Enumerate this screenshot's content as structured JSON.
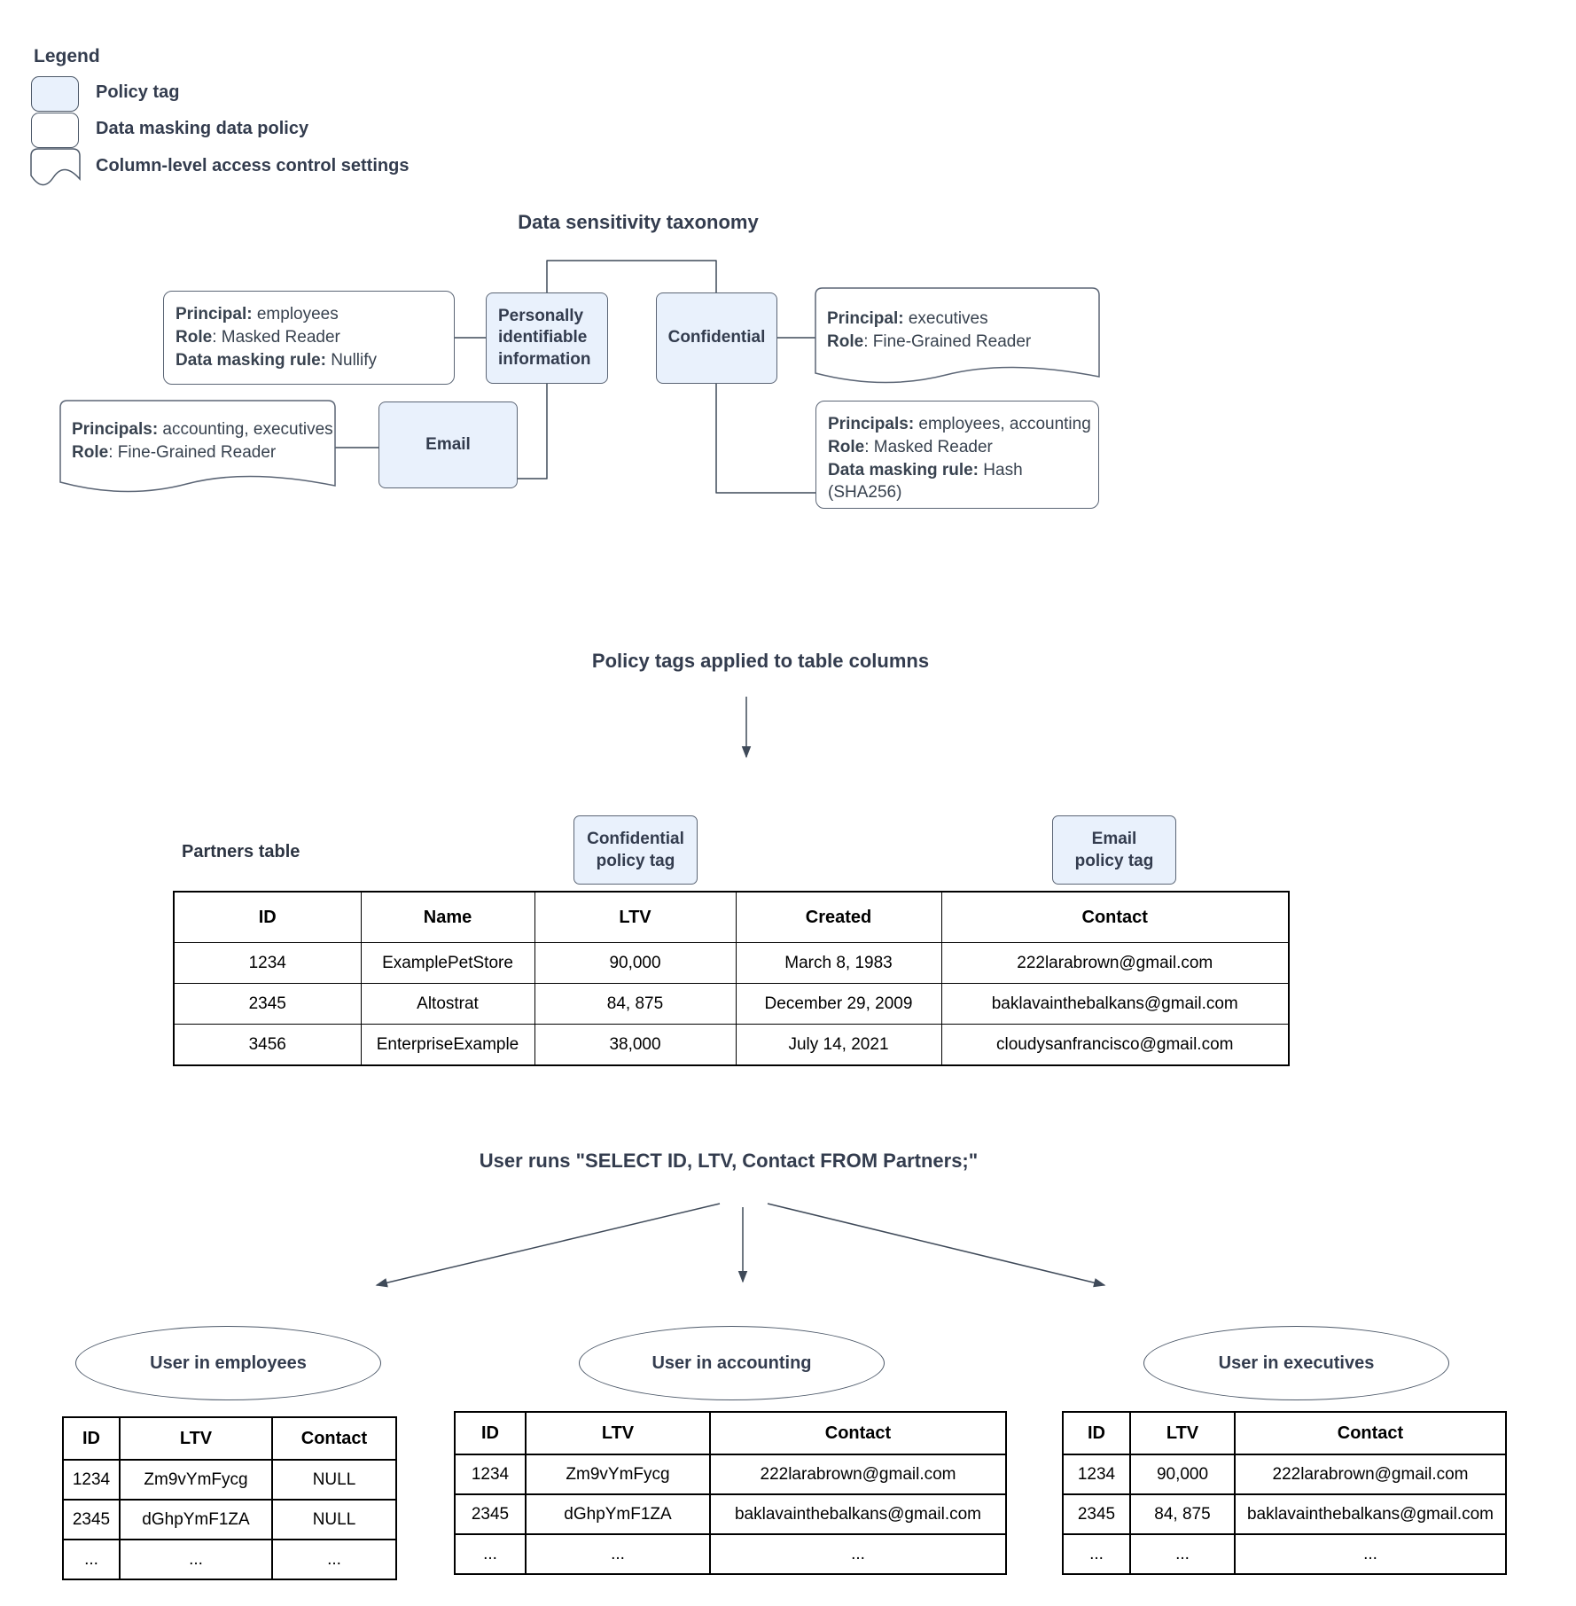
{
  "colors": {
    "policy_tag_fill": "#e9f1fc",
    "shape_border": "#5b6575",
    "connector": "#3f4a59",
    "text": "#333c4e"
  },
  "legend": {
    "title": "Legend",
    "items": [
      {
        "swatch": "policy-tag",
        "label": "Policy tag"
      },
      {
        "swatch": "data-masking-policy",
        "label": "Data masking data policy"
      },
      {
        "swatch": "access-control",
        "label": "Column-level access control settings"
      }
    ]
  },
  "taxonomy": {
    "title": "Data sensitivity taxonomy",
    "nodes": {
      "pii": "Personally identifiable information",
      "confidential": "Confidential",
      "email": "Email"
    },
    "policies": [
      {
        "name": "employees-masked-nullify",
        "shape": "rounded",
        "lines": [
          [
            {
              "b": true,
              "t": "Principal:"
            },
            {
              "b": false,
              "t": " employees"
            }
          ],
          [
            {
              "b": true,
              "t": "Role"
            },
            {
              "b": false,
              "t": ": Masked Reader"
            }
          ],
          [
            {
              "b": true,
              "t": "Data masking rule:"
            },
            {
              "b": false,
              "t": " Nullify"
            }
          ]
        ]
      },
      {
        "name": "accounting-executives-fine-grained",
        "shape": "document",
        "lines": [
          [
            {
              "b": true,
              "t": "Principals:"
            },
            {
              "b": false,
              "t": " accounting, executives"
            }
          ],
          [
            {
              "b": true,
              "t": "Role"
            },
            {
              "b": false,
              "t": ": Fine-Grained Reader"
            }
          ]
        ]
      },
      {
        "name": "executives-fine-grained",
        "shape": "document",
        "lines": [
          [
            {
              "b": true,
              "t": "Principal:"
            },
            {
              "b": false,
              "t": " executives"
            }
          ],
          [
            {
              "b": true,
              "t": "Role"
            },
            {
              "b": false,
              "t": ": Fine-Grained Reader"
            }
          ]
        ]
      },
      {
        "name": "employees-accounting-hash",
        "shape": "rounded",
        "lines": [
          [
            {
              "b": true,
              "t": "Principals:"
            },
            {
              "b": false,
              "t": " employees, accounting"
            }
          ],
          [
            {
              "b": true,
              "t": "Role"
            },
            {
              "b": false,
              "t": ": Masked Reader"
            }
          ],
          [
            {
              "b": true,
              "t": "Data masking rule:"
            },
            {
              "b": false,
              "t": " Hash (SHA256)"
            }
          ]
        ]
      }
    ]
  },
  "applied": {
    "title": "Policy tags applied to table columns",
    "table_label": "Partners table",
    "tags": [
      {
        "name": "confidential",
        "lines": [
          "Confidential",
          "policy tag"
        ]
      },
      {
        "name": "email",
        "lines": [
          "Email",
          "policy tag"
        ]
      }
    ]
  },
  "partners": {
    "columns": [
      "ID",
      "Name",
      "LTV",
      "Created",
      "Contact"
    ],
    "rows": [
      [
        "1234",
        "ExamplePetStore",
        "90,000",
        "March 8, 1983",
        "222larabrown@gmail.com"
      ],
      [
        "2345",
        "Altostrat",
        "84, 875",
        "December 29, 2009",
        "baklavainthebalkans@gmail.com"
      ],
      [
        "3456",
        "EnterpriseExample",
        "38,000",
        "July 14, 2021",
        "cloudysanfrancisco@gmail.com"
      ]
    ]
  },
  "query": {
    "title": "User runs \"SELECT ID, LTV, Contact FROM Partners;\""
  },
  "results": [
    {
      "user": "User in employees",
      "table": {
        "columns": [
          "ID",
          "LTV",
          "Contact"
        ],
        "rows": [
          [
            "1234",
            "Zm9vYmFycg",
            "NULL"
          ],
          [
            "2345",
            "dGhpYmF1ZA",
            "NULL"
          ],
          [
            "...",
            "...",
            "..."
          ]
        ]
      }
    },
    {
      "user": "User in accounting",
      "table": {
        "columns": [
          "ID",
          "LTV",
          "Contact"
        ],
        "rows": [
          [
            "1234",
            "Zm9vYmFycg",
            "222larabrown@gmail.com"
          ],
          [
            "2345",
            "dGhpYmF1ZA",
            "baklavainthebalkans@gmail.com"
          ],
          [
            "...",
            "...",
            "..."
          ]
        ]
      }
    },
    {
      "user": "User in executives",
      "table": {
        "columns": [
          "ID",
          "LTV",
          "Contact"
        ],
        "rows": [
          [
            "1234",
            "90,000",
            "222larabrown@gmail.com"
          ],
          [
            "2345",
            "84, 875",
            "baklavainthebalkans@gmail.com"
          ],
          [
            "...",
            "...",
            "..."
          ]
        ]
      }
    }
  ]
}
